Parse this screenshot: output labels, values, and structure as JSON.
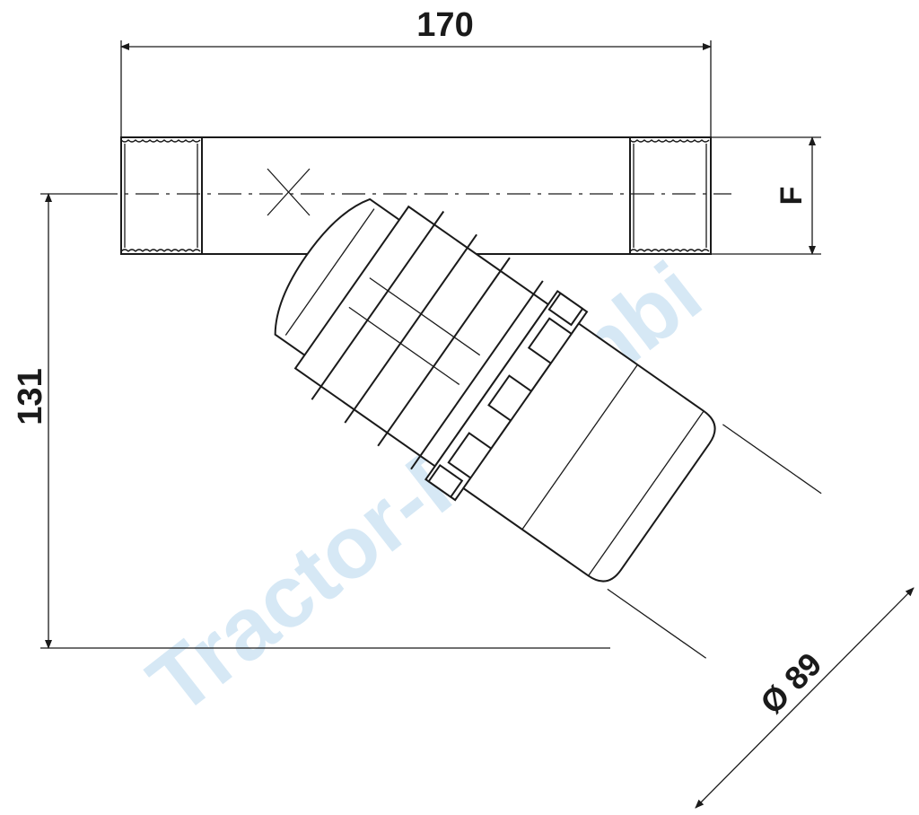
{
  "drawing": {
    "width_label": "170",
    "height_label": "131",
    "thread_label": "F",
    "diameter_label": "Ø 89"
  },
  "watermark": {
    "text": "Tractor-Ricambi"
  }
}
